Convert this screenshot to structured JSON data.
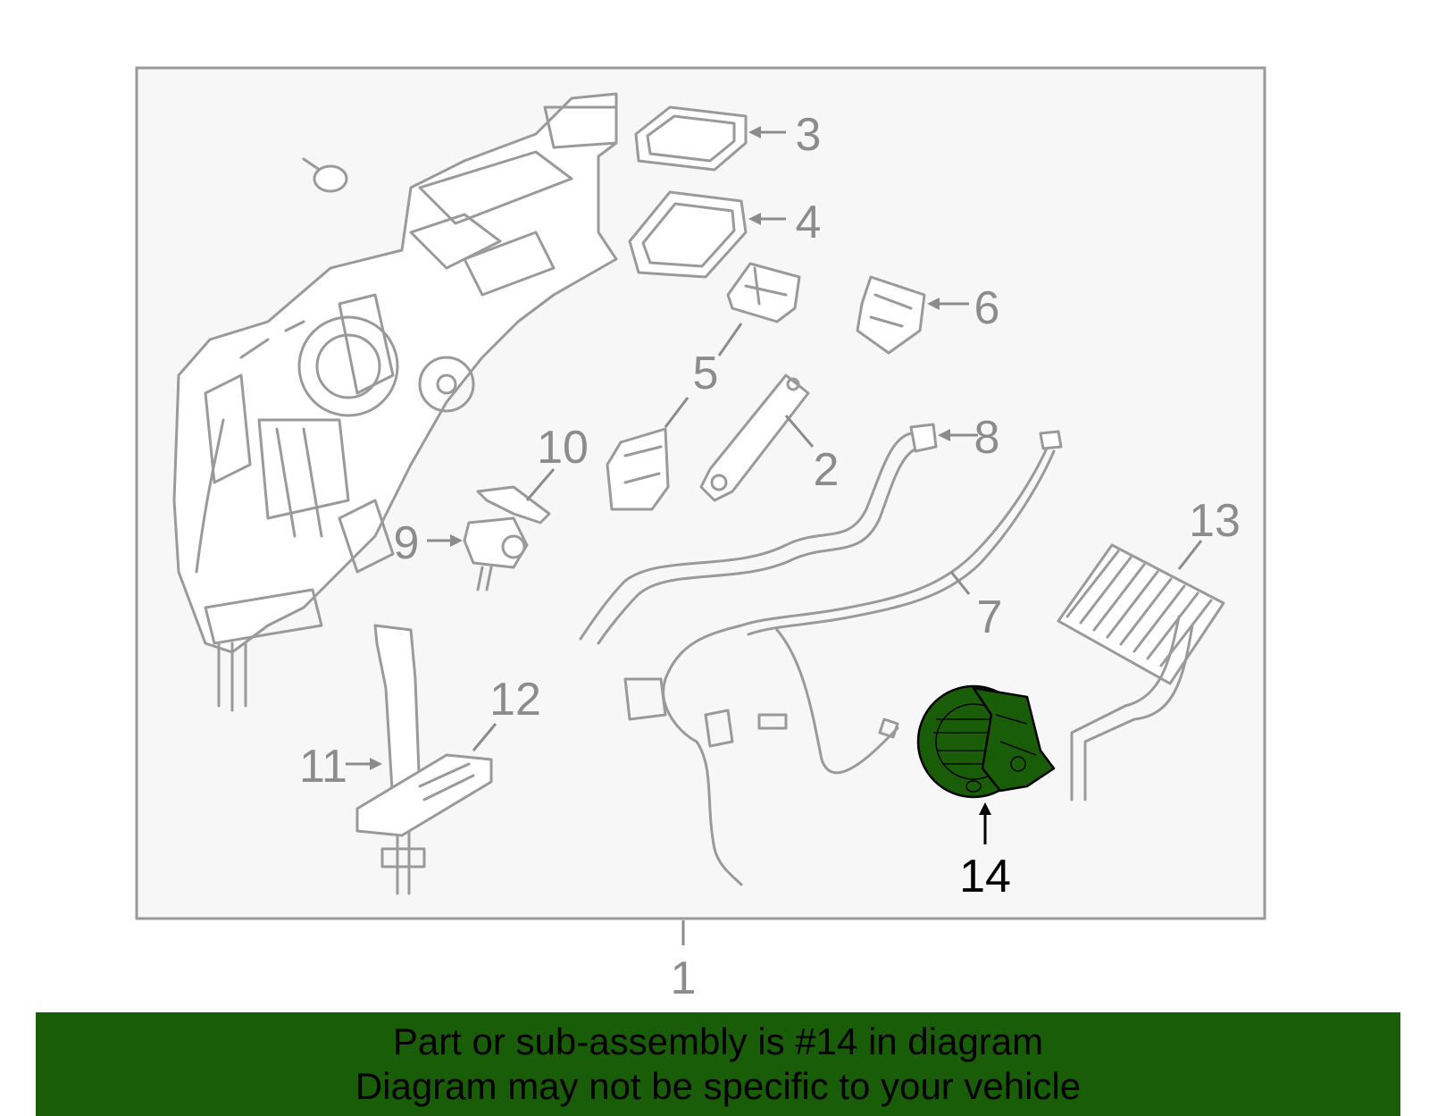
{
  "callouts": {
    "c1": "1",
    "c2": "2",
    "c3": "3",
    "c4": "4",
    "c5": "5",
    "c6": "6",
    "c7": "7",
    "c8": "8",
    "c9": "9",
    "c10": "10",
    "c11": "11",
    "c12": "12",
    "c13": "13",
    "c14": "14"
  },
  "highlight": {
    "part_number": "14",
    "color": "#1a5d08"
  },
  "banner": {
    "line1": "Part or sub-assembly is #14 in diagram",
    "line2": "Diagram may not be specific to your vehicle",
    "color": "#1a5d08"
  }
}
